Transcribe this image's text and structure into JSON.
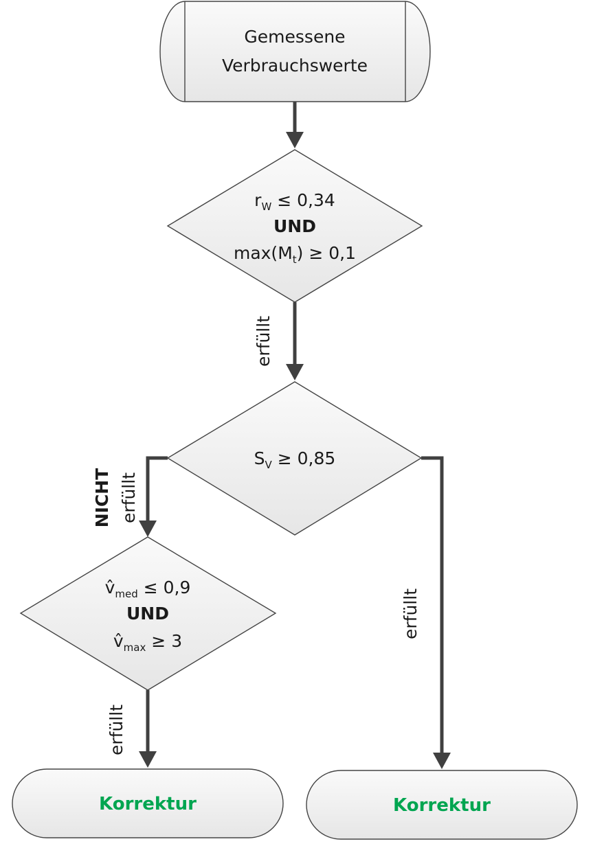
{
  "start": {
    "line1": "Gemessene",
    "line2": "Verbrauchswerte"
  },
  "decision1": {
    "line1_var": "r",
    "line1_sub": "W",
    "line1_rest": " ≤  0,34",
    "line2": "UND",
    "line3_pre": "max(M",
    "line3_sub": "t",
    "line3_rest": ") ≥ 0,1"
  },
  "decision2": {
    "var": "S",
    "sub": "V",
    "rest": " ≥  0,85"
  },
  "decision3": {
    "line1_var": "v̂",
    "line1_sub": "med",
    "line1_rest": " ≤  0,9",
    "line2": "UND",
    "line3_var": "v̂",
    "line3_sub": "max",
    "line3_rest": " ≥ 3"
  },
  "edges": {
    "d1_to_d2": "erfüllt",
    "d2_left_bold": "NICHT",
    "d2_left": "erfüllt",
    "d2_right": "erfüllt",
    "d3_down": "erfüllt"
  },
  "end_left": "Korrektur",
  "end_right": "Korrektur",
  "colors": {
    "result": "#00a550",
    "line": "#404040",
    "node_fill": "#ececec"
  }
}
